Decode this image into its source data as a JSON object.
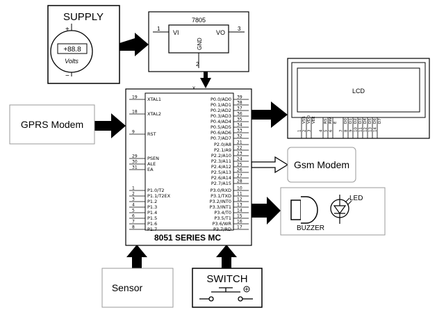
{
  "supply": {
    "title": "SUPPLY",
    "plus": "+",
    "minus": "−",
    "reading": "+88.8",
    "unit": "Volts"
  },
  "regulator": {
    "name": "7805",
    "pin1": "1",
    "pin2": "2",
    "pin3": "3",
    "vi": "VI",
    "vo": "VO",
    "gnd": "GND"
  },
  "mcu": {
    "title": "8051 SERIES MC",
    "top_marker": "x",
    "left_pins": [
      {
        "num": "19",
        "name": "XTAL1"
      },
      {
        "num": "18",
        "name": "XTAL2"
      },
      {
        "num": "9",
        "name": "RST"
      },
      {
        "num": "29",
        "name": "PSEN"
      },
      {
        "num": "30",
        "name": "ALE"
      },
      {
        "num": "31",
        "name": "EA"
      },
      {
        "num": "1",
        "name": "P1.0/T2"
      },
      {
        "num": "2",
        "name": "P1.1/T2EX"
      },
      {
        "num": "3",
        "name": "P1.2"
      },
      {
        "num": "4",
        "name": "P1.3"
      },
      {
        "num": "5",
        "name": "P1.4"
      },
      {
        "num": "6",
        "name": "P1.5"
      },
      {
        "num": "7",
        "name": "P1.6"
      },
      {
        "num": "8",
        "name": "P1.7"
      }
    ],
    "right_pins": [
      {
        "num": "39",
        "name": "P0.0/AD0"
      },
      {
        "num": "38",
        "name": "P0.1/AD1"
      },
      {
        "num": "37",
        "name": "P0.2/AD2"
      },
      {
        "num": "36",
        "name": "P0.3/AD3"
      },
      {
        "num": "35",
        "name": "P0.4/AD4"
      },
      {
        "num": "34",
        "name": "P0.5/AD5"
      },
      {
        "num": "33",
        "name": "P0.6/AD6"
      },
      {
        "num": "32",
        "name": "P0.7/AD7"
      },
      {
        "num": "21",
        "name": "P2.0/A8"
      },
      {
        "num": "22",
        "name": "P2.1/A9"
      },
      {
        "num": "23",
        "name": "P2.2/A10"
      },
      {
        "num": "24",
        "name": "P2.3/A11"
      },
      {
        "num": "25",
        "name": "P2.4/A12"
      },
      {
        "num": "26",
        "name": "P2.5/A13"
      },
      {
        "num": "27",
        "name": "P2.6/A14"
      },
      {
        "num": "28",
        "name": "P2.7/A15"
      },
      {
        "num": "10",
        "name": "P3.0/RXD"
      },
      {
        "num": "11",
        "name": "P3.1/TXD"
      },
      {
        "num": "12",
        "name": "P3.2/INT0"
      },
      {
        "num": "13",
        "name": "P3.3/INT1"
      },
      {
        "num": "14",
        "name": "P3.4/T0"
      },
      {
        "num": "15",
        "name": "P3.5/T1"
      },
      {
        "num": "16",
        "name": "P3.6/WR"
      },
      {
        "num": "17",
        "name": "P3.7/RD"
      }
    ]
  },
  "lcd": {
    "label": "LCD",
    "pins": [
      {
        "num": "1",
        "name": "VSS"
      },
      {
        "num": "2",
        "name": "VDD"
      },
      {
        "num": "3",
        "name": "VEE"
      },
      {
        "num": "4",
        "name": "RS"
      },
      {
        "num": "5",
        "name": "RW"
      },
      {
        "num": "6",
        "name": "E"
      },
      {
        "num": "7",
        "name": "D0"
      },
      {
        "num": "8",
        "name": "D1"
      },
      {
        "num": "9",
        "name": "D2"
      },
      {
        "num": "10",
        "name": "D3"
      },
      {
        "num": "11",
        "name": "D4"
      },
      {
        "num": "12",
        "name": "D5"
      },
      {
        "num": "13",
        "name": "D6"
      },
      {
        "num": "14",
        "name": "D7"
      }
    ]
  },
  "gprs": {
    "label": "GPRS Modem"
  },
  "gsm": {
    "label": "Gsm Modem"
  },
  "outputs": {
    "buzzer": "BUZZER",
    "led": "LED"
  },
  "sensor": {
    "label": "Sensor"
  },
  "switch": {
    "label": "SWITCH"
  },
  "colors": {
    "ink": "#000000",
    "paper": "#ffffff",
    "frame": "#999999"
  }
}
